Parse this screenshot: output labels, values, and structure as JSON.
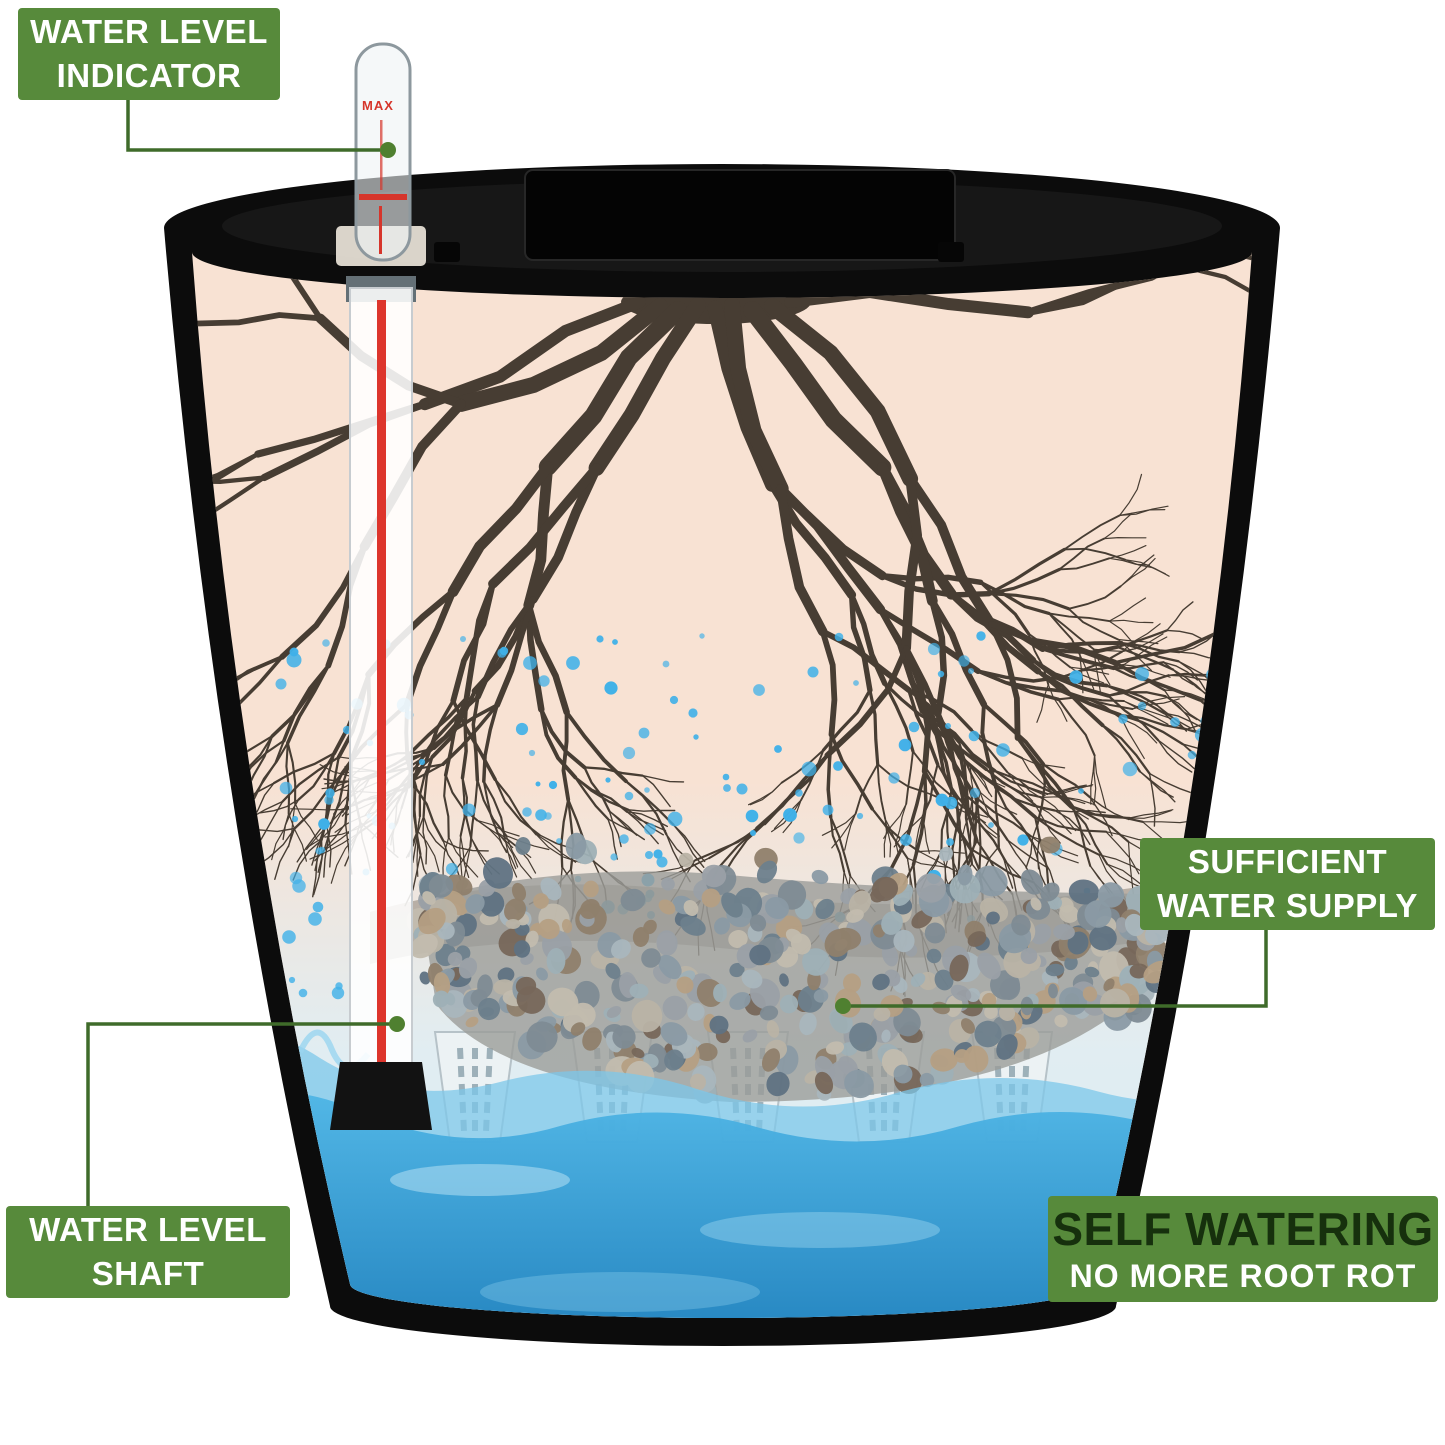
{
  "colors": {
    "label_background": "#578a3b",
    "connector_green": "#3f6b2a",
    "dot_green": "#4f8030",
    "self_watering_title_color": "#16300d",
    "soil_cream": "#f8e2d3",
    "root_brown": "#473d33",
    "droplet_blue": "#3fb0e8",
    "water_blue": "#2196d3",
    "indicator_red": "#d6352b"
  },
  "callouts": {
    "water_level_indicator": {
      "line1": "WATER LEVEL",
      "line2": "INDICATOR"
    },
    "sufficient_water_supply": {
      "line1": "SUFFICIENT",
      "line2": "WATER SUPPLY"
    },
    "water_level_shaft": {
      "line1": "WATER LEVEL",
      "line2": "SHAFT"
    },
    "self_watering": {
      "title": "SELF WATERING",
      "subtitle": "NO MORE ROOT ROT"
    }
  },
  "diagram": {
    "indicator_max_label": "MAX"
  }
}
